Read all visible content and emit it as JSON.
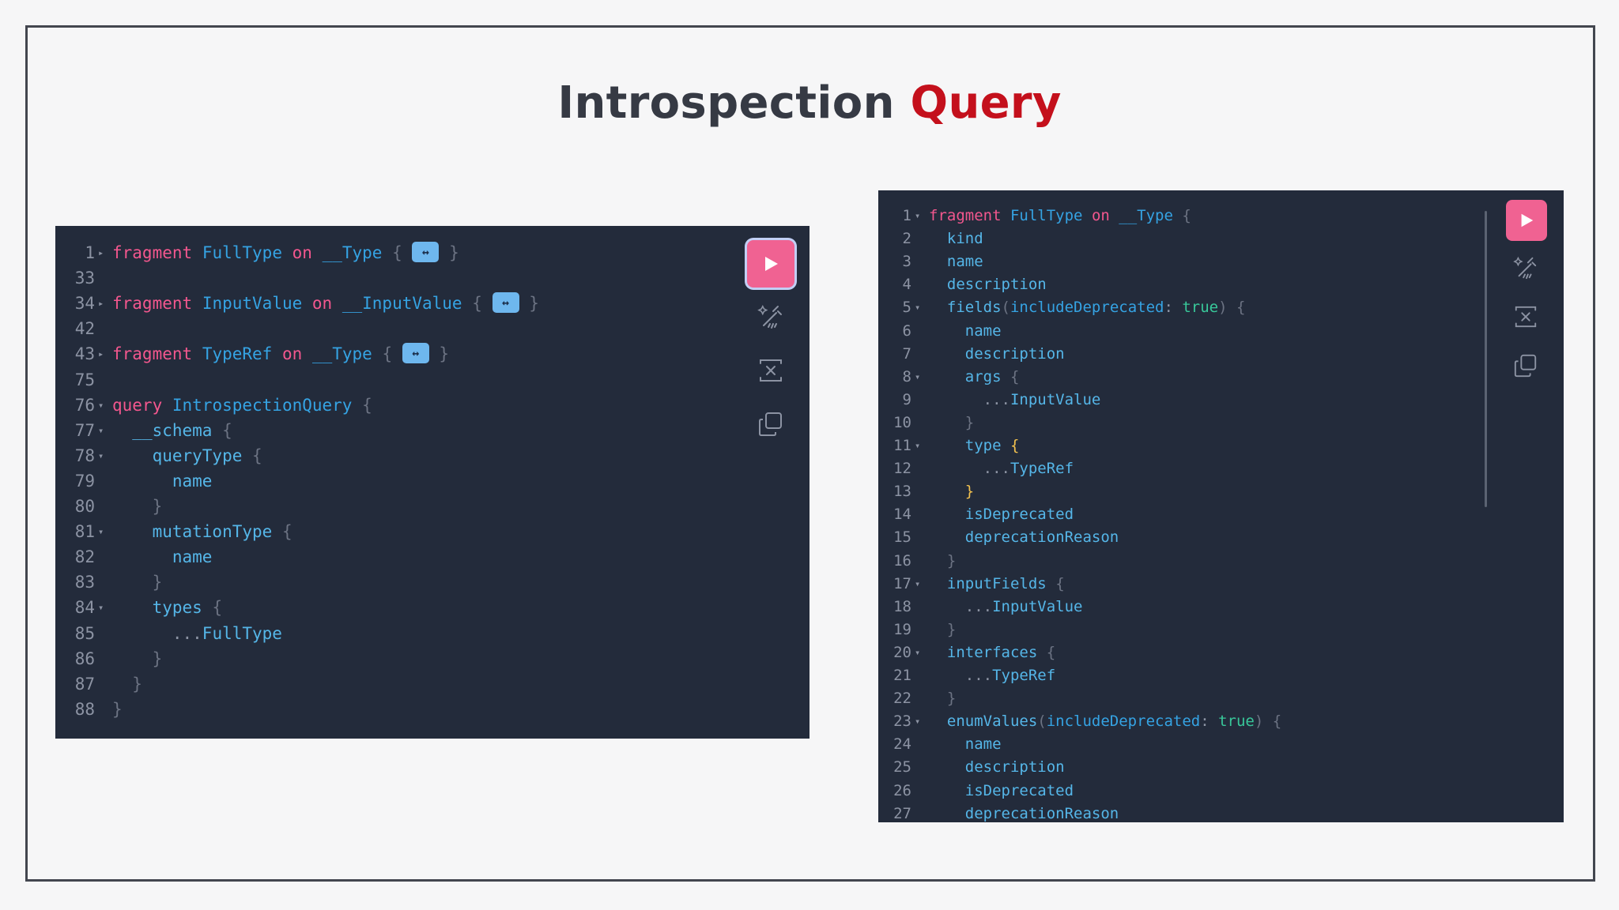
{
  "slide": {
    "title_part1": "Introspection",
    "title_part2": "Query"
  },
  "left_editor": {
    "lines": [
      {
        "n": "1",
        "fold": "right",
        "tokens": [
          {
            "t": "fragment",
            "c": "kw"
          },
          {
            "t": " "
          },
          {
            "t": "FullType",
            "c": "nm"
          },
          {
            "t": " "
          },
          {
            "t": "on",
            "c": "kw"
          },
          {
            "t": " "
          },
          {
            "t": "__Type",
            "c": "nm"
          },
          {
            "t": " "
          },
          {
            "t": "{",
            "c": "br"
          },
          {
            "t": " "
          },
          {
            "t": "↔",
            "c": "badge"
          },
          {
            "t": " "
          },
          {
            "t": "}",
            "c": "br"
          }
        ]
      },
      {
        "n": "33",
        "tokens": []
      },
      {
        "n": "34",
        "fold": "right",
        "tokens": [
          {
            "t": "fragment",
            "c": "kw"
          },
          {
            "t": " "
          },
          {
            "t": "InputValue",
            "c": "nm"
          },
          {
            "t": " "
          },
          {
            "t": "on",
            "c": "kw"
          },
          {
            "t": " "
          },
          {
            "t": "__InputValue",
            "c": "nm"
          },
          {
            "t": " "
          },
          {
            "t": "{",
            "c": "br"
          },
          {
            "t": " "
          },
          {
            "t": "↔",
            "c": "badge"
          },
          {
            "t": " "
          },
          {
            "t": "}",
            "c": "br"
          }
        ]
      },
      {
        "n": "42",
        "tokens": []
      },
      {
        "n": "43",
        "fold": "right",
        "tokens": [
          {
            "t": "fragment",
            "c": "kw"
          },
          {
            "t": " "
          },
          {
            "t": "TypeRef",
            "c": "nm"
          },
          {
            "t": " "
          },
          {
            "t": "on",
            "c": "kw"
          },
          {
            "t": " "
          },
          {
            "t": "__Type",
            "c": "nm"
          },
          {
            "t": " "
          },
          {
            "t": "{",
            "c": "br"
          },
          {
            "t": " "
          },
          {
            "t": "↔",
            "c": "badge"
          },
          {
            "t": " "
          },
          {
            "t": "}",
            "c": "br"
          }
        ]
      },
      {
        "n": "75",
        "tokens": []
      },
      {
        "n": "76",
        "fold": "down",
        "tokens": [
          {
            "t": "query",
            "c": "kw"
          },
          {
            "t": " "
          },
          {
            "t": "IntrospectionQuery",
            "c": "nm"
          },
          {
            "t": " "
          },
          {
            "t": "{",
            "c": "br"
          }
        ]
      },
      {
        "n": "77",
        "fold": "down",
        "tokens": [
          {
            "t": "  "
          },
          {
            "t": "__schema",
            "c": "fld"
          },
          {
            "t": " "
          },
          {
            "t": "{",
            "c": "br"
          }
        ]
      },
      {
        "n": "78",
        "fold": "down",
        "tokens": [
          {
            "t": "    "
          },
          {
            "t": "queryType",
            "c": "fld"
          },
          {
            "t": " "
          },
          {
            "t": "{",
            "c": "br"
          }
        ]
      },
      {
        "n": "79",
        "tokens": [
          {
            "t": "      "
          },
          {
            "t": "name",
            "c": "fld"
          }
        ]
      },
      {
        "n": "80",
        "tokens": [
          {
            "t": "    "
          },
          {
            "t": "}",
            "c": "br"
          }
        ]
      },
      {
        "n": "81",
        "fold": "down",
        "tokens": [
          {
            "t": "    "
          },
          {
            "t": "mutationType",
            "c": "fld"
          },
          {
            "t": " "
          },
          {
            "t": "{",
            "c": "br"
          }
        ]
      },
      {
        "n": "82",
        "tokens": [
          {
            "t": "      "
          },
          {
            "t": "name",
            "c": "fld"
          }
        ]
      },
      {
        "n": "83",
        "tokens": [
          {
            "t": "    "
          },
          {
            "t": "}",
            "c": "br"
          }
        ]
      },
      {
        "n": "84",
        "fold": "down",
        "tokens": [
          {
            "t": "    "
          },
          {
            "t": "types",
            "c": "fld"
          },
          {
            "t": " "
          },
          {
            "t": "{",
            "c": "br"
          }
        ]
      },
      {
        "n": "85",
        "tokens": [
          {
            "t": "      "
          },
          {
            "t": "...",
            "c": "pn"
          },
          {
            "t": "FullType",
            "c": "sp"
          }
        ]
      },
      {
        "n": "86",
        "tokens": [
          {
            "t": "    "
          },
          {
            "t": "}",
            "c": "br"
          }
        ]
      },
      {
        "n": "87",
        "tokens": [
          {
            "t": "  "
          },
          {
            "t": "}",
            "c": "br"
          }
        ]
      },
      {
        "n": "88",
        "tokens": [
          {
            "t": "}",
            "c": "br"
          }
        ]
      }
    ]
  },
  "right_editor": {
    "lines": [
      {
        "n": "1",
        "fold": "down",
        "tokens": [
          {
            "t": "fragment",
            "c": "kw"
          },
          {
            "t": " "
          },
          {
            "t": "FullType",
            "c": "nm"
          },
          {
            "t": " "
          },
          {
            "t": "on",
            "c": "kw"
          },
          {
            "t": " "
          },
          {
            "t": "__Type",
            "c": "nm"
          },
          {
            "t": " "
          },
          {
            "t": "{",
            "c": "br"
          }
        ]
      },
      {
        "n": "2",
        "tokens": [
          {
            "t": "  "
          },
          {
            "t": "kind",
            "c": "fld"
          }
        ]
      },
      {
        "n": "3",
        "tokens": [
          {
            "t": "  "
          },
          {
            "t": "name",
            "c": "fld"
          }
        ]
      },
      {
        "n": "4",
        "tokens": [
          {
            "t": "  "
          },
          {
            "t": "description",
            "c": "fld"
          }
        ]
      },
      {
        "n": "5",
        "fold": "down",
        "tokens": [
          {
            "t": "  "
          },
          {
            "t": "fields",
            "c": "fld"
          },
          {
            "t": "(",
            "c": "br"
          },
          {
            "t": "includeDeprecated",
            "c": "nm"
          },
          {
            "t": ": ",
            "c": "pn"
          },
          {
            "t": "true",
            "c": "bool"
          },
          {
            "t": ")",
            "c": "br"
          },
          {
            "t": " "
          },
          {
            "t": "{",
            "c": "br"
          }
        ]
      },
      {
        "n": "6",
        "tokens": [
          {
            "t": "    "
          },
          {
            "t": "name",
            "c": "fld"
          }
        ]
      },
      {
        "n": "7",
        "tokens": [
          {
            "t": "    "
          },
          {
            "t": "description",
            "c": "fld"
          }
        ]
      },
      {
        "n": "8",
        "fold": "down",
        "tokens": [
          {
            "t": "    "
          },
          {
            "t": "args",
            "c": "fld"
          },
          {
            "t": " "
          },
          {
            "t": "{",
            "c": "br"
          }
        ]
      },
      {
        "n": "9",
        "tokens": [
          {
            "t": "      "
          },
          {
            "t": "...",
            "c": "pn"
          },
          {
            "t": "InputValue",
            "c": "sp"
          }
        ]
      },
      {
        "n": "10",
        "tokens": [
          {
            "t": "    "
          },
          {
            "t": "}",
            "c": "br"
          }
        ]
      },
      {
        "n": "11",
        "fold": "down",
        "tokens": [
          {
            "t": "    "
          },
          {
            "t": "type",
            "c": "fld"
          },
          {
            "t": " "
          },
          {
            "t": "{",
            "c": "brY"
          }
        ]
      },
      {
        "n": "12",
        "tokens": [
          {
            "t": "      "
          },
          {
            "t": "...",
            "c": "pn"
          },
          {
            "t": "TypeRef",
            "c": "sp"
          }
        ]
      },
      {
        "n": "13",
        "tokens": [
          {
            "t": "    "
          },
          {
            "t": "}",
            "c": "brY"
          }
        ]
      },
      {
        "n": "14",
        "tokens": [
          {
            "t": "    "
          },
          {
            "t": "isDeprecated",
            "c": "fld"
          }
        ]
      },
      {
        "n": "15",
        "tokens": [
          {
            "t": "    "
          },
          {
            "t": "deprecationReason",
            "c": "fld"
          }
        ]
      },
      {
        "n": "16",
        "tokens": [
          {
            "t": "  "
          },
          {
            "t": "}",
            "c": "br"
          }
        ]
      },
      {
        "n": "17",
        "fold": "down",
        "tokens": [
          {
            "t": "  "
          },
          {
            "t": "inputFields",
            "c": "fld"
          },
          {
            "t": " "
          },
          {
            "t": "{",
            "c": "br"
          }
        ]
      },
      {
        "n": "18",
        "tokens": [
          {
            "t": "    "
          },
          {
            "t": "...",
            "c": "pn"
          },
          {
            "t": "InputValue",
            "c": "sp"
          }
        ]
      },
      {
        "n": "19",
        "tokens": [
          {
            "t": "  "
          },
          {
            "t": "}",
            "c": "br"
          }
        ]
      },
      {
        "n": "20",
        "fold": "down",
        "tokens": [
          {
            "t": "  "
          },
          {
            "t": "interfaces",
            "c": "fld"
          },
          {
            "t": " "
          },
          {
            "t": "{",
            "c": "br"
          }
        ]
      },
      {
        "n": "21",
        "tokens": [
          {
            "t": "    "
          },
          {
            "t": "...",
            "c": "pn"
          },
          {
            "t": "TypeRef",
            "c": "sp"
          }
        ]
      },
      {
        "n": "22",
        "tokens": [
          {
            "t": "  "
          },
          {
            "t": "}",
            "c": "br"
          }
        ]
      },
      {
        "n": "23",
        "fold": "down",
        "tokens": [
          {
            "t": "  "
          },
          {
            "t": "enumValues",
            "c": "fld"
          },
          {
            "t": "(",
            "c": "br"
          },
          {
            "t": "includeDeprecated",
            "c": "nm"
          },
          {
            "t": ": ",
            "c": "pn"
          },
          {
            "t": "true",
            "c": "bool"
          },
          {
            "t": ")",
            "c": "br"
          },
          {
            "t": " "
          },
          {
            "t": "{",
            "c": "br"
          }
        ]
      },
      {
        "n": "24",
        "tokens": [
          {
            "t": "    "
          },
          {
            "t": "name",
            "c": "fld"
          }
        ]
      },
      {
        "n": "25",
        "tokens": [
          {
            "t": "    "
          },
          {
            "t": "description",
            "c": "fld"
          }
        ]
      },
      {
        "n": "26",
        "tokens": [
          {
            "t": "    "
          },
          {
            "t": "isDeprecated",
            "c": "fld"
          }
        ]
      },
      {
        "n": "27",
        "tokens": [
          {
            "t": "    "
          },
          {
            "t": "deprecationReason",
            "c": "fld"
          }
        ]
      }
    ]
  },
  "icons": {
    "run": "play-icon",
    "prettify": "magic-wand-icon",
    "merge": "merge-fragments-icon",
    "copy": "copy-icon"
  },
  "colors": {
    "editor_bg": "#232b3b",
    "keyword": "#f3578e",
    "name": "#35a3e3",
    "run_button": "#f06292",
    "title_accent": "#c4101c"
  }
}
